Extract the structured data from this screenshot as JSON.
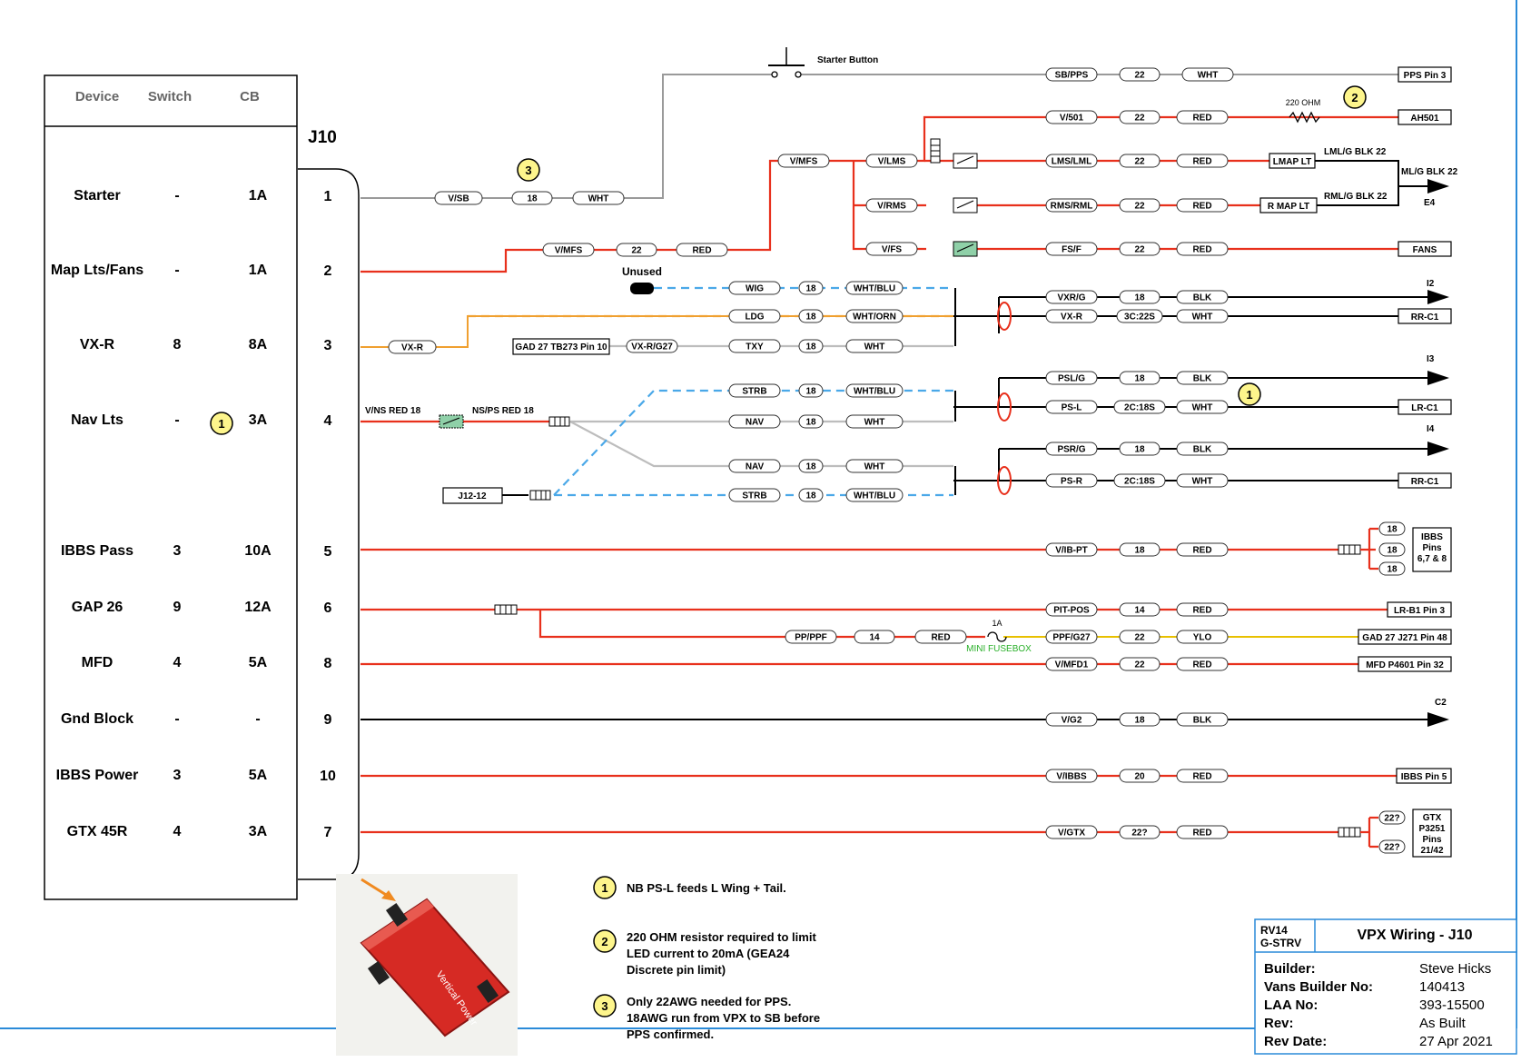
{
  "table": {
    "headers": {
      "device": "Device",
      "switch": "Switch",
      "cb": "CB"
    },
    "connector": "J10",
    "rows": [
      {
        "device": "Starter",
        "switch": "-",
        "cb": "1A",
        "pin": "1"
      },
      {
        "device": "Map Lts/Fans",
        "switch": "-",
        "cb": "1A",
        "pin": "2"
      },
      {
        "device": "VX-R",
        "switch": "8",
        "cb": "8A",
        "pin": "3"
      },
      {
        "device": "Nav Lts",
        "switch": "-",
        "cb": "3A",
        "pin": "4"
      },
      {
        "device": "IBBS Pass",
        "switch": "3",
        "cb": "10A",
        "pin": "5"
      },
      {
        "device": "GAP 26",
        "switch": "9",
        "cb": "12A",
        "pin": "6"
      },
      {
        "device": "MFD",
        "switch": "4",
        "cb": "5A",
        "pin": "8"
      },
      {
        "device": "Gnd Block",
        "switch": "-",
        "cb": "-",
        "pin": "9"
      },
      {
        "device": "IBBS Power",
        "switch": "3",
        "cb": "5A",
        "pin": "10"
      },
      {
        "device": "GTX 45R",
        "switch": "4",
        "cb": "3A",
        "pin": "7"
      }
    ]
  },
  "wiring": {
    "labels": {
      "starter_button": "Starter Button",
      "unused": "Unused",
      "resistor": "220 OHM",
      "vns_red": "V/NS RED  18",
      "nsps_red": "NS/PS RED 18",
      "fuse_1a": "1A",
      "mini_fusebox": "MINI FUSEBOX",
      "lml_g_blk": "LML/G BLK  22",
      "rml_g_blk": "RML/G BLK  22",
      "ml_g_blk": "ML/G BLK  22",
      "e4": "E4",
      "i2": "I2",
      "i3": "I3",
      "i4": "I4",
      "c2": "C2"
    },
    "pills": {
      "v_sb": "V/SB",
      "v_sb_g": "18",
      "v_sb_c": "WHT",
      "sb_pps": "SB/PPS",
      "sb_pps_g": "22",
      "sb_pps_c": "WHT",
      "v_mfs": "V/MFS",
      "v_mfs_g": "22",
      "v_mfs_c": "RED",
      "v_mfs2": "V/MFS",
      "v_501": "V/501",
      "v_501_g": "22",
      "v_501_c": "RED",
      "v_lms": "V/LMS",
      "lms_lml": "LMS/LML",
      "lms_g": "22",
      "lms_c": "RED",
      "v_rms": "V/RMS",
      "rms_rml": "RMS/RML",
      "rms_g": "22",
      "rms_c": "RED",
      "v_fs": "V/FS",
      "fs_f": "FS/F",
      "fs_g": "22",
      "fs_c": "RED",
      "wig": "WIG",
      "wig_g": "18",
      "wig_c": "WHT/BLU",
      "ldg": "LDG",
      "ldg_g": "18",
      "ldg_c": "WHT/ORN",
      "txy": "TXY",
      "txy_g": "18",
      "txy_c": "WHT",
      "vx_r": "VX-R",
      "vx_r_g27": "VX-R/G27",
      "vxr_g": "VXR/G",
      "vxr_g_g": "18",
      "vxr_g_c": "BLK",
      "vx_r2": "VX-R",
      "vx_r2_g": "3C:22S",
      "vx_r2_c": "WHT",
      "strb1": "STRB",
      "strb1_g": "18",
      "strb1_c": "WHT/BLU",
      "nav1": "NAV",
      "nav1_g": "18",
      "nav1_c": "WHT",
      "nav2": "NAV",
      "nav2_g": "18",
      "nav2_c": "WHT",
      "strb2": "STRB",
      "strb2_g": "18",
      "strb2_c": "WHT/BLU",
      "psl_g": "PSL/G",
      "psl_g_g": "18",
      "psl_g_c": "BLK",
      "ps_l": "PS-L",
      "ps_l_g": "2C:18S",
      "ps_l_c": "WHT",
      "psr_g": "PSR/G",
      "psr_g_g": "18",
      "psr_g_c": "BLK",
      "ps_r": "PS-R",
      "ps_r_g": "2C:18S",
      "ps_r_c": "WHT",
      "v_ib_pt": "V/IB-PT",
      "v_ib_pt_g": "18",
      "v_ib_pt_c": "RED",
      "ibbs_b1": "18",
      "ibbs_b2": "18",
      "ibbs_b3": "18",
      "pit_pos": "PIT-POS",
      "pit_pos_g": "14",
      "pit_pos_c": "RED",
      "pp_ppf": "PP/PPF",
      "pp_ppf_g": "14",
      "pp_ppf_c": "RED",
      "ppf_g27": "PPF/G27",
      "ppf_g27_g": "22",
      "ppf_g27_c": "YLO",
      "v_mfd1": "V/MFD1",
      "v_mfd1_g": "22",
      "v_mfd1_c": "RED",
      "v_g2": "V/G2",
      "v_g2_g": "18",
      "v_g2_c": "BLK",
      "v_ibbs": "V/IBBS",
      "v_ibbs_g": "20",
      "v_ibbs_c": "RED",
      "v_gtx": "V/GTX",
      "v_gtx_g": "22?",
      "v_gtx_c": "RED",
      "gtx_b1": "22?",
      "gtx_b2": "22?"
    },
    "boxes": {
      "pps_pin3": "PPS Pin 3",
      "ah501": "AH501",
      "lmap_lt": "LMAP LT",
      "rmap_lt": "R MAP LT",
      "fans": "FANS",
      "gad27_tb273": "GAD 27 TB273 Pin 10",
      "rr_c1_a": "RR-C1",
      "lr_c1": "LR-C1",
      "rr_c1_b": "RR-C1",
      "j12_12": "J12-12",
      "ibbs_pins_1": "IBBS",
      "ibbs_pins_2": "Pins",
      "ibbs_pins_3": "6,7 & 8",
      "lr_b1_pin3": "LR-B1 Pin 3",
      "gad27_j271": "GAD 27 J271 Pin 48",
      "mfd_p4601": "MFD P4601 Pin 32",
      "ibbs_pin5": "IBBS Pin 5",
      "gtx_1": "GTX",
      "gtx_2": "P3251",
      "gtx_3": "Pins",
      "gtx_4": "21/42"
    }
  },
  "notes": {
    "n1_num": "1",
    "n1": "NB PS-L feeds L Wing + Tail.",
    "n2_num": "2",
    "n2_l1": "220 OHM resistor required to limit",
    "n2_l2": "LED current to 20mA (GEA24",
    "n2_l3": "Discrete pin limit)",
    "n3_num": "3",
    "n3_l1": "Only 22AWG needed for PPS.",
    "n3_l2": "18AWG run from VPX to SB before",
    "n3_l3": "PPS confirmed."
  },
  "title_block": {
    "aircraft": "RV14",
    "reg": "G-STRV",
    "title": "VPX Wiring - J10",
    "builder_label": "Builder:",
    "builder": "Steve Hicks",
    "vans_label": "Vans Builder No:",
    "vans": "140413",
    "laa_label": "LAA No:",
    "laa": "393-15500",
    "rev_label": "Rev:",
    "rev": "As Built",
    "date_label": "Rev Date:",
    "date": "27 Apr 2021"
  },
  "colors": {
    "wire_red": "#e8301c",
    "wire_blue": "#4aa8e8",
    "wire_orange": "#f0a030",
    "wire_yellow": "#e8c000",
    "frame_blue": "#2a8ad8",
    "badge": "#fdf58c"
  },
  "vpx_photo": {
    "brand": "Vertical Power"
  }
}
